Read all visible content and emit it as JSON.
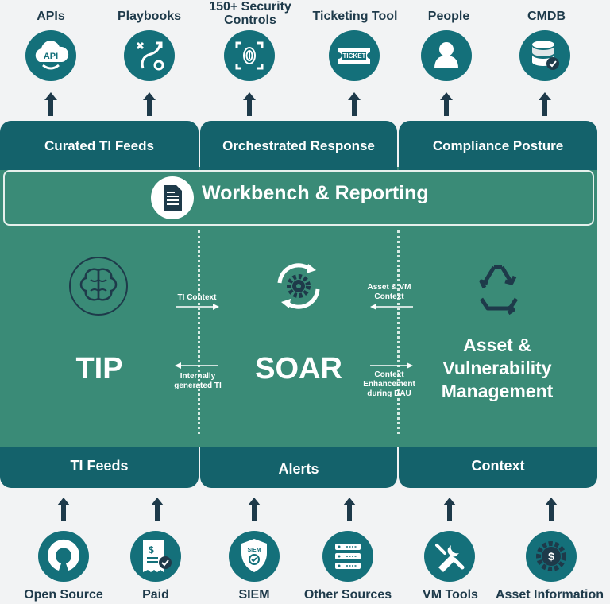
{
  "top_tools": [
    {
      "label": "APIs",
      "icon": "api-cloud-icon"
    },
    {
      "label": "Playbooks",
      "icon": "playbook-icon"
    },
    {
      "label": "150+ Security Controls",
      "line1": "150+ Security",
      "line2": "Controls",
      "icon": "fingerprint-icon"
    },
    {
      "label": "Ticketing Tool",
      "icon": "ticket-icon",
      "ticket_text": "TICKET"
    },
    {
      "label": "People",
      "icon": "person-icon"
    },
    {
      "label": "CMDB",
      "icon": "database-icon"
    }
  ],
  "api_badge": "API",
  "top_bands": [
    "Curated TI Feeds",
    "Orchestrated Response",
    "Compliance Posture"
  ],
  "workbench": {
    "title": "Workbench & Reporting",
    "icon": "document-icon"
  },
  "platforms": {
    "tip": "TIP",
    "soar": "SOAR",
    "avm_line1": "Asset &",
    "avm_line2": "Vulnerability",
    "avm_line3": "Management"
  },
  "flows": {
    "ti_context": "TI Context",
    "internal_line1": "Internally",
    "internal_line2": "generated TI",
    "asset_line1": "Asset & VM",
    "asset_line2": "Context",
    "ctx_line1": "Context",
    "ctx_line2": "Enhancement",
    "ctx_line3": "during BAU"
  },
  "bottom_bands": [
    "TI Feeds",
    "Alerts",
    "Context"
  ],
  "bottom_sources": [
    {
      "label": "Open Source",
      "icon": "open-source-icon"
    },
    {
      "label": "Paid",
      "icon": "invoice-icon"
    },
    {
      "label": "SIEM",
      "icon": "siem-shield-icon",
      "badge": "SIEM"
    },
    {
      "label": "Other Sources",
      "icon": "server-icon"
    },
    {
      "label": "VM Tools",
      "icon": "tools-icon"
    },
    {
      "label": "Asset Information",
      "icon": "asset-gear-icon"
    }
  ],
  "colors": {
    "band": "#14626b",
    "main": "#3a8b77",
    "circle": "#14707a",
    "text": "#1e3a4a",
    "arrow": "#1e3a4a"
  }
}
